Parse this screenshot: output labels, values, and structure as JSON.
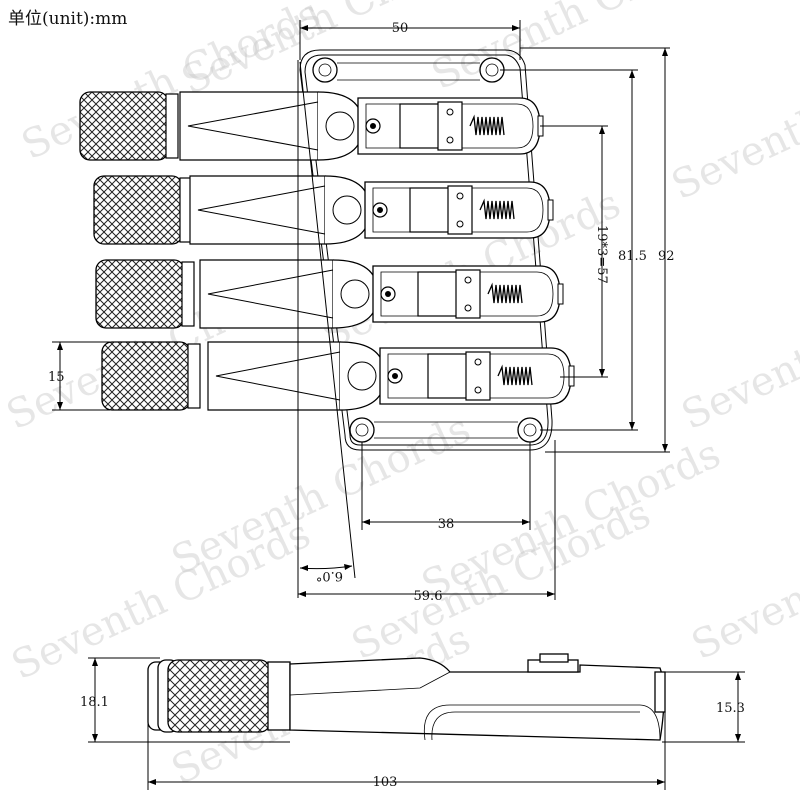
{
  "header": {
    "unit_label": "单位(unit):mm"
  },
  "dimensions": {
    "top_width": "50",
    "overall_height_inner": "81.5",
    "overall_height_outer": "92",
    "pitch": "19*3=57",
    "knob_diameter": "15",
    "mount_spacing": "38",
    "angle": "6.0°",
    "base_width": "59.6",
    "side_height": "18.1",
    "side_height_right": "15.3",
    "overall_length": "103"
  },
  "watermark": "Seventh Chords"
}
